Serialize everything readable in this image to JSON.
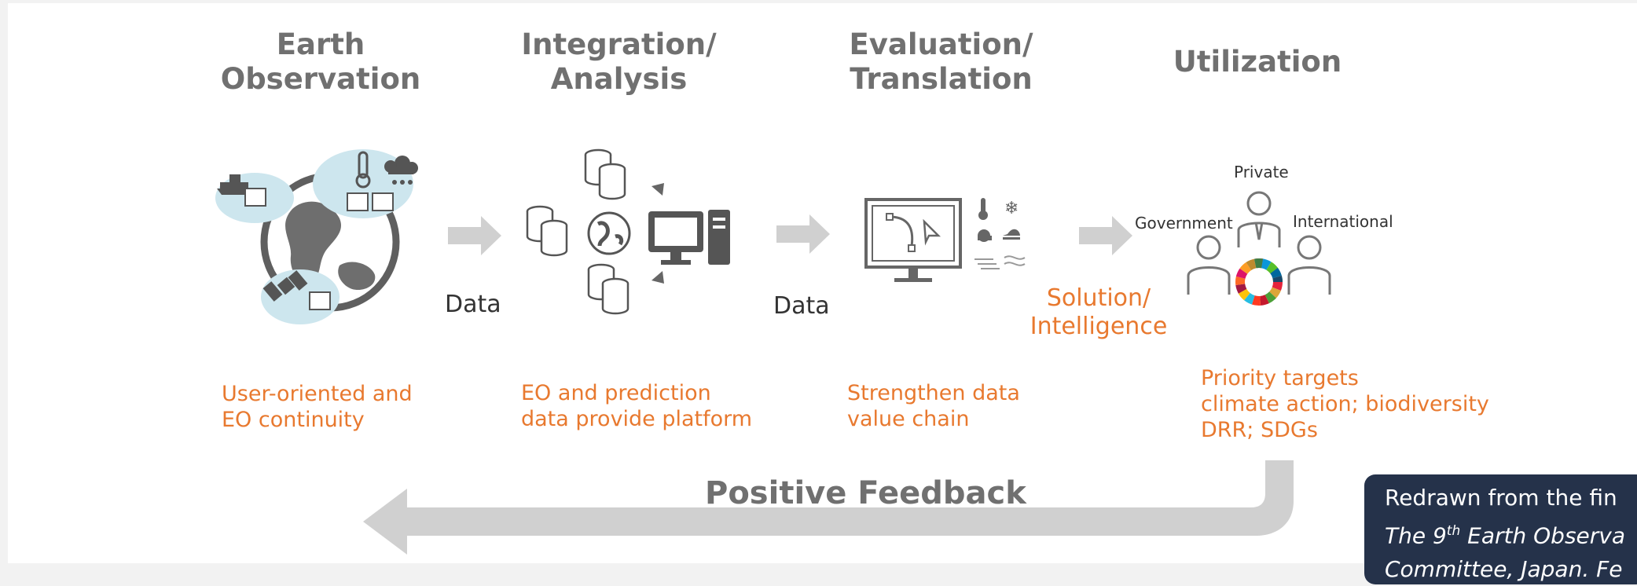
{
  "stages": [
    {
      "title": "Earth\nObservation",
      "description": "User-oriented and\nEO continuity"
    },
    {
      "title": "Integration/\nAnalysis",
      "description": "EO and prediction\ndata provide platform"
    },
    {
      "title": "Evaluation/\nTranslation",
      "description": "Strengthen data\nvalue chain"
    },
    {
      "title": "Utilization",
      "description": "Priority targets\nclimate action; biodiversity\nDRR; SDGs"
    }
  ],
  "flow_labels": {
    "data_1": "Data",
    "data_2": "Data",
    "solution": "Solution/\nIntelligence"
  },
  "actors": {
    "private": "Private",
    "government": "Government",
    "international": "International"
  },
  "feedback_label": "Positive Feedback",
  "source_note": {
    "line1": "Redrawn from the fin",
    "line2_start": "The 9",
    "line2_sup": "th",
    "line2_end": " Earth Observa",
    "line3": "Committee, Japan. Fe"
  },
  "colors": {
    "accent": "#e8792f",
    "title_gray": "#707070",
    "arrow_gray": "#d0d0d0",
    "icon_gray": "#666666",
    "light_blue": "#cde6ee",
    "note_bg": "#25324a"
  },
  "icons": [
    "globe-icon",
    "ship-icon",
    "thermometer-icon",
    "rain-cloud-icon",
    "satellite-icon",
    "database-icon",
    "monitor-icon",
    "computer-tower-icon",
    "weather-icon",
    "people-icon",
    "sdg-wheel-icon"
  ]
}
